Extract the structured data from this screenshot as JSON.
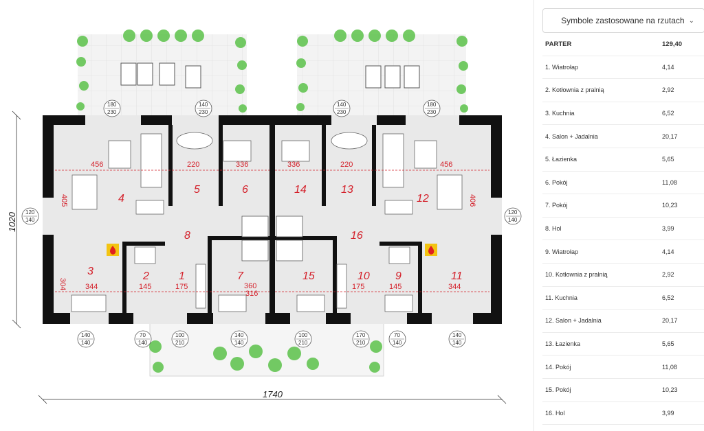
{
  "plan": {
    "rooms_left": [
      "1",
      "2",
      "3",
      "4",
      "5",
      "6",
      "7",
      "8"
    ],
    "rooms_right": [
      "9",
      "10",
      "11",
      "12",
      "13",
      "14",
      "15",
      "16"
    ],
    "dims": {
      "d456": "456",
      "d220": "220",
      "d336": "336",
      "d405": "405",
      "d406": "406",
      "d304": "304",
      "d344": "344",
      "d145": "145",
      "d175": "175",
      "d360": "360",
      "d316": "316"
    },
    "overall_width": "1740",
    "overall_height": "1020",
    "window_labels": {
      "w180_230": [
        "180",
        "230"
      ],
      "w140_230": [
        "140",
        "230"
      ],
      "w120_140": [
        "120",
        "140"
      ],
      "w140_140": [
        "140",
        "140"
      ],
      "w70_140": [
        "70",
        "140"
      ],
      "w100_210": [
        "100",
        "210"
      ],
      "w170_210": [
        "170",
        "210"
      ]
    },
    "icons": {
      "fire": "fire-icon"
    }
  },
  "panel": {
    "dropdown_label": "Symbole zastosowane na rzutach",
    "header": {
      "name": "PARTER",
      "value": "129,40"
    },
    "rows": [
      {
        "name": "1. Wiatrołap",
        "value": "4,14"
      },
      {
        "name": "2. Kotłownia z pralnią",
        "value": "2,92"
      },
      {
        "name": "3. Kuchnia",
        "value": "6,52"
      },
      {
        "name": "4. Salon + Jadalnia",
        "value": "20,17"
      },
      {
        "name": "5. Łazienka",
        "value": "5,65"
      },
      {
        "name": "6. Pokój",
        "value": "11,08"
      },
      {
        "name": "7. Pokój",
        "value": "10,23"
      },
      {
        "name": "8. Hol",
        "value": "3,99"
      },
      {
        "name": "9. Wiatrołap",
        "value": "4,14"
      },
      {
        "name": "10. Kotłownia z pralnią",
        "value": "2,92"
      },
      {
        "name": "11. Kuchnia",
        "value": "6,52"
      },
      {
        "name": "12. Salon + Jadalnia",
        "value": "20,17"
      },
      {
        "name": "13. Łazienka",
        "value": "5,65"
      },
      {
        "name": "14. Pokój",
        "value": "11,08"
      },
      {
        "name": "15. Pokój",
        "value": "10,23"
      },
      {
        "name": "16. Hol",
        "value": "3,99"
      }
    ]
  },
  "colors": {
    "wall": "#111111",
    "floor": "#e9e9e9",
    "room_number": "#d4202a",
    "plant": "#5cc24a"
  }
}
